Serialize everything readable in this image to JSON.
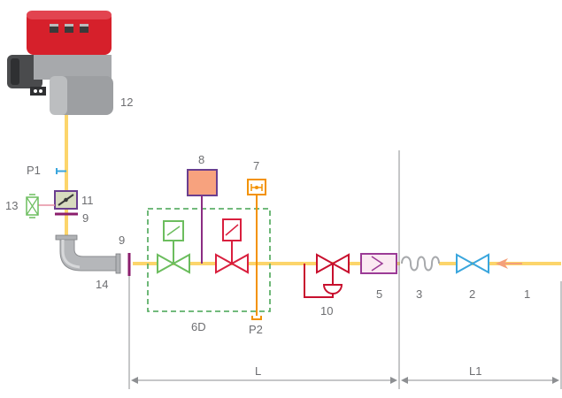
{
  "labels": {
    "pipe_supply": "1",
    "manual_valve": "2",
    "antivibration_joint": "3",
    "filter": "5",
    "valve_group": "6D",
    "gas_pressure_switch": "7",
    "leak_detection": "8",
    "flange_right": "9",
    "flange_left": "9",
    "pressure_regulator": "10",
    "butterfly_valve": "11",
    "burner": "12",
    "adjuster": "13",
    "elbow": "14",
    "pressure_point_1": "P1",
    "pressure_point_2": "P2",
    "length_l": "L",
    "length_l1": "L1"
  },
  "colors": {
    "gas_line": "#fcd56b",
    "burner_red": "#d6202b",
    "burner_grey": "#9d9fa2",
    "manual_valve": "#3aa6dd",
    "valve_green": "#6cbd5e",
    "valve_red": "#d91f3e",
    "regulator": "#c8102e",
    "filter": "#9b3b96",
    "pressure_switch": "#f39200",
    "leak_detection": "#f7a27e",
    "butterfly": "#6a3f8f",
    "dashed_group": "#5fb06a",
    "dimension": "#8d8f92"
  }
}
